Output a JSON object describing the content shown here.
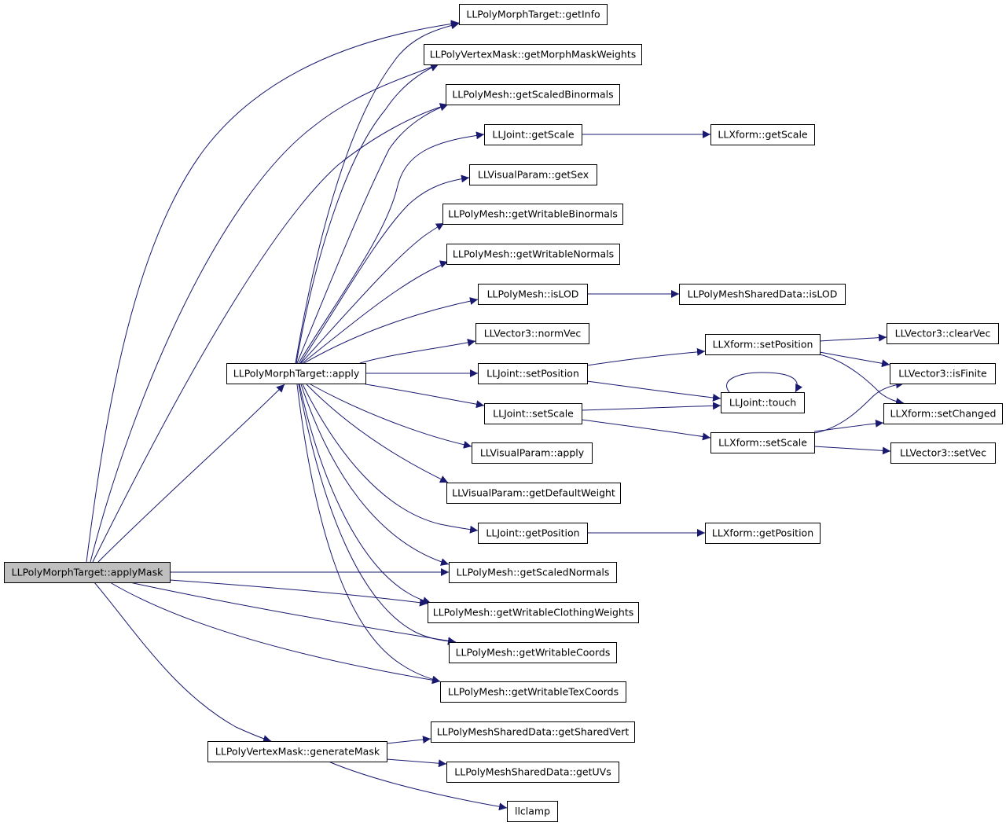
{
  "graph": {
    "edge_color": "#191970",
    "root_fill": "#bfbfbf",
    "nodes": [
      {
        "id": "applyMask",
        "label": "LLPolyMorphTarget::applyMask"
      },
      {
        "id": "apply",
        "label": "LLPolyMorphTarget::apply"
      },
      {
        "id": "generateMask",
        "label": "LLPolyVertexMask::generateMask"
      },
      {
        "id": "getInfo",
        "label": "LLPolyMorphTarget::getInfo"
      },
      {
        "id": "getMorphMaskWeights",
        "label": "LLPolyVertexMask::getMorphMaskWeights"
      },
      {
        "id": "getScaledBinormals",
        "label": "LLPolyMesh::getScaledBinormals"
      },
      {
        "id": "jointGetScale",
        "label": "LLJoint::getScale"
      },
      {
        "id": "getSex",
        "label": "LLVisualParam::getSex"
      },
      {
        "id": "getWritableBinormals",
        "label": "LLPolyMesh::getWritableBinormals"
      },
      {
        "id": "getWritableNormals",
        "label": "LLPolyMesh::getWritableNormals"
      },
      {
        "id": "meshIsLOD",
        "label": "LLPolyMesh::isLOD"
      },
      {
        "id": "normVec",
        "label": "LLVector3::normVec"
      },
      {
        "id": "jointSetPosition",
        "label": "LLJoint::setPosition"
      },
      {
        "id": "jointSetScale",
        "label": "LLJoint::setScale"
      },
      {
        "id": "vpApply",
        "label": "LLVisualParam::apply"
      },
      {
        "id": "getDefaultWeight",
        "label": "LLVisualParam::getDefaultWeight"
      },
      {
        "id": "jointGetPosition",
        "label": "LLJoint::getPosition"
      },
      {
        "id": "getScaledNormals",
        "label": "LLPolyMesh::getScaledNormals"
      },
      {
        "id": "getWritableClothingWeights",
        "label": "LLPolyMesh::getWritableClothingWeights"
      },
      {
        "id": "getWritableCoords",
        "label": "LLPolyMesh::getWritableCoords"
      },
      {
        "id": "getWritableTexCoords",
        "label": "LLPolyMesh::getWritableTexCoords"
      },
      {
        "id": "getSharedVert",
        "label": "LLPolyMeshSharedData::getSharedVert"
      },
      {
        "id": "getUVs",
        "label": "LLPolyMeshSharedData::getUVs"
      },
      {
        "id": "llclamp",
        "label": "llclamp"
      },
      {
        "id": "xformGetScale",
        "label": "LLXform::getScale"
      },
      {
        "id": "sharedIsLOD",
        "label": "LLPolyMeshSharedData::isLOD"
      },
      {
        "id": "xformSetPosition",
        "label": "LLXform::setPosition"
      },
      {
        "id": "touch",
        "label": "LLJoint::touch"
      },
      {
        "id": "xformSetScale",
        "label": "LLXform::setScale"
      },
      {
        "id": "xformGetPosition",
        "label": "LLXform::getPosition"
      },
      {
        "id": "clearVec",
        "label": "LLVector3::clearVec"
      },
      {
        "id": "isFinite",
        "label": "LLVector3::isFinite"
      },
      {
        "id": "setChanged",
        "label": "LLXform::setChanged"
      },
      {
        "id": "setVec",
        "label": "LLVector3::setVec"
      }
    ],
    "edges": [
      {
        "from": "applyMask",
        "to": "getInfo"
      },
      {
        "from": "applyMask",
        "to": "getMorphMaskWeights"
      },
      {
        "from": "applyMask",
        "to": "getScaledBinormals"
      },
      {
        "from": "applyMask",
        "to": "apply"
      },
      {
        "from": "applyMask",
        "to": "getScaledNormals"
      },
      {
        "from": "applyMask",
        "to": "getWritableClothingWeights"
      },
      {
        "from": "applyMask",
        "to": "getWritableCoords"
      },
      {
        "from": "applyMask",
        "to": "getWritableTexCoords"
      },
      {
        "from": "applyMask",
        "to": "generateMask"
      },
      {
        "from": "apply",
        "to": "getInfo"
      },
      {
        "from": "apply",
        "to": "getMorphMaskWeights"
      },
      {
        "from": "apply",
        "to": "getScaledBinormals"
      },
      {
        "from": "apply",
        "to": "jointGetScale"
      },
      {
        "from": "apply",
        "to": "getSex"
      },
      {
        "from": "apply",
        "to": "getWritableBinormals"
      },
      {
        "from": "apply",
        "to": "getWritableNormals"
      },
      {
        "from": "apply",
        "to": "meshIsLOD"
      },
      {
        "from": "apply",
        "to": "normVec"
      },
      {
        "from": "apply",
        "to": "jointSetPosition"
      },
      {
        "from": "apply",
        "to": "jointSetScale"
      },
      {
        "from": "apply",
        "to": "vpApply"
      },
      {
        "from": "apply",
        "to": "getDefaultWeight"
      },
      {
        "from": "apply",
        "to": "jointGetPosition"
      },
      {
        "from": "apply",
        "to": "getScaledNormals"
      },
      {
        "from": "apply",
        "to": "getWritableClothingWeights"
      },
      {
        "from": "apply",
        "to": "getWritableCoords"
      },
      {
        "from": "apply",
        "to": "getWritableTexCoords"
      },
      {
        "from": "generateMask",
        "to": "getSharedVert"
      },
      {
        "from": "generateMask",
        "to": "getUVs"
      },
      {
        "from": "generateMask",
        "to": "llclamp"
      },
      {
        "from": "jointGetScale",
        "to": "xformGetScale"
      },
      {
        "from": "meshIsLOD",
        "to": "sharedIsLOD"
      },
      {
        "from": "jointSetPosition",
        "to": "xformSetPosition"
      },
      {
        "from": "jointSetPosition",
        "to": "touch"
      },
      {
        "from": "jointSetScale",
        "to": "touch"
      },
      {
        "from": "jointSetScale",
        "to": "xformSetScale"
      },
      {
        "from": "jointGetPosition",
        "to": "xformGetPosition"
      },
      {
        "from": "xformSetPosition",
        "to": "clearVec"
      },
      {
        "from": "xformSetPosition",
        "to": "isFinite"
      },
      {
        "from": "xformSetPosition",
        "to": "setChanged"
      },
      {
        "from": "touch",
        "to": "touch"
      },
      {
        "from": "xformSetScale",
        "to": "isFinite"
      },
      {
        "from": "xformSetScale",
        "to": "setChanged"
      },
      {
        "from": "xformSetScale",
        "to": "setVec"
      }
    ]
  }
}
